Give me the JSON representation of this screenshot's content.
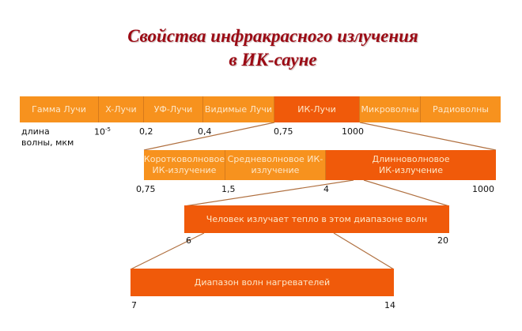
{
  "title": {
    "line1": "Свойства инфракрасного излучения",
    "line2": "в ИК-сауне"
  },
  "spectrum": {
    "segments": [
      "Гамма Лучи",
      "X-Лучи",
      "УФ-Лучи",
      "Видимые Лучи",
      "ИК-Лучи",
      "Микроволны",
      "Радиоволны"
    ],
    "axis_label": "длина волны, мкм",
    "ticks": [
      "10",
      "-5",
      "0,2",
      "0,4",
      "0,75",
      "1000"
    ]
  },
  "ir": {
    "segments": [
      "Коротковолновое ИК-излучение",
      "Средневолновое ИК-излучение",
      "Длинноволновое ИК-излучение"
    ],
    "ticks": [
      "0,75",
      "1,5",
      "4",
      "1000"
    ]
  },
  "human": {
    "label": "Человек излучает тепло в этом диапазоне волн",
    "ticks": [
      "6",
      "20"
    ]
  },
  "heaters": {
    "label": "Диапазон волн нагревателей",
    "ticks": [
      "7",
      "14"
    ]
  },
  "colors": {
    "light_orange": "#f7921e",
    "dark_orange": "#f05a0a",
    "title": "#9b0a14",
    "connector": "#b07040"
  }
}
